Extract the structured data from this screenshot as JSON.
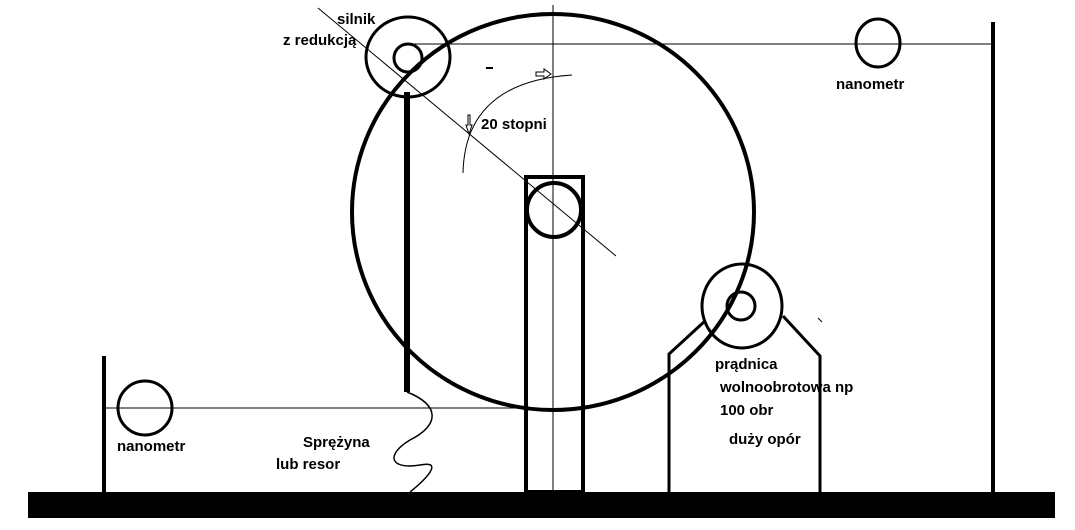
{
  "labels": {
    "motor_line1": "silnik",
    "motor_line2": "z redukcją",
    "gauge_right": "nanometr",
    "gauge_left": "nanometr",
    "angle": "20 stopni",
    "generator_line1": "prądnica",
    "generator_line2": "wolnoobrotowa np",
    "generator_line3": "100 obr",
    "generator_line4": "duży opór",
    "spring_line1": "Sprężyna",
    "spring_line2": "lub resor"
  },
  "colors": {
    "ink": "#000000",
    "background": "#ffffff"
  }
}
